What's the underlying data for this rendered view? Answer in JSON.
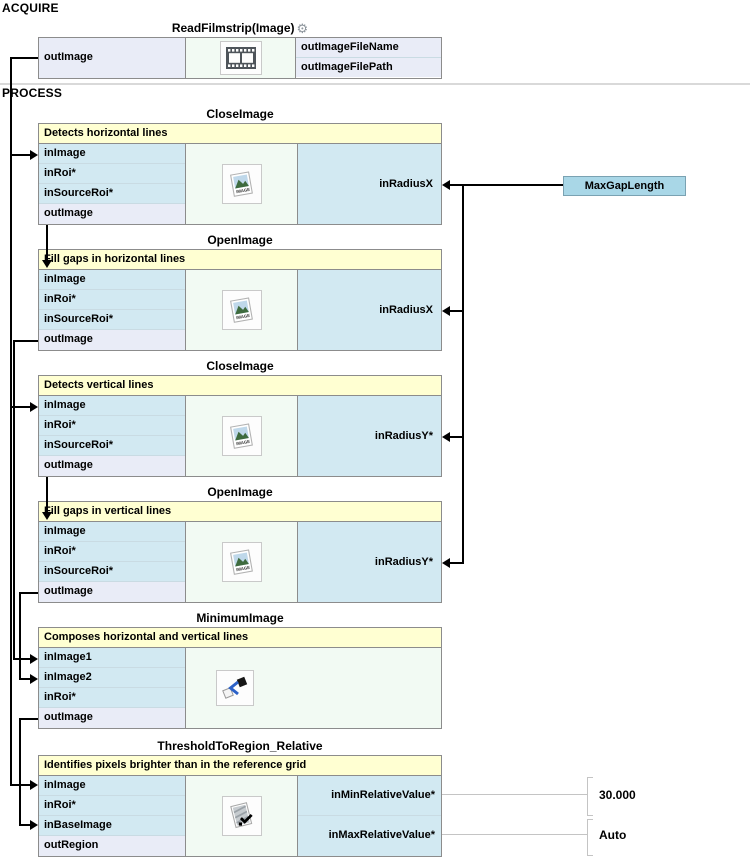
{
  "sections": {
    "acquire": "ACQUIRE",
    "process": "PROCESS"
  },
  "blocks": [
    {
      "title": "ReadFilmstrip(Image)",
      "icon": "filmstrip-icon",
      "left_port": "outImage",
      "right_ports": [
        "outImageFileName",
        "outImageFilePath"
      ]
    },
    {
      "title": "CloseImage",
      "comment": "Detects horizontal lines",
      "icon": "image-icon",
      "ports": [
        "inImage",
        "inRoi*",
        "inSourceRoi*",
        "outImage"
      ],
      "right_port": "inRadiusX"
    },
    {
      "title": "OpenImage",
      "comment": "Fill gaps in horizontal lines",
      "icon": "image-icon",
      "ports": [
        "inImage",
        "inRoi*",
        "inSourceRoi*",
        "outImage"
      ],
      "right_port": "inRadiusX"
    },
    {
      "title": "CloseImage",
      "comment": "Detects vertical lines",
      "icon": "image-icon",
      "ports": [
        "inImage",
        "inRoi*",
        "inSourceRoi*",
        "outImage"
      ],
      "right_port": "inRadiusY*"
    },
    {
      "title": "OpenImage",
      "comment": "Fill gaps in vertical lines",
      "icon": "image-icon",
      "ports": [
        "inImage",
        "inRoi*",
        "inSourceRoi*",
        "outImage"
      ],
      "right_port": "inRadiusY*"
    },
    {
      "title": "MinimumImage",
      "comment": "Composes horizontal and vertical lines",
      "icon": "minimum-image-icon",
      "ports": [
        "inImage1",
        "inImage2",
        "inRoi*",
        "outImage"
      ]
    },
    {
      "title": "ThresholdToRegion_Relative",
      "comment": "Identifies pixels brighter than in the reference grid",
      "icon": "threshold-icon",
      "ports": [
        "inImage",
        "inRoi*",
        "inBaseImage",
        "outRegion"
      ],
      "right_ports": [
        "inMinRelativeValue*",
        "inMaxRelativeValue*"
      ]
    }
  ],
  "constants": {
    "gap_length_label": "MaxGapLength",
    "min_relative_value": "30.000",
    "max_relative_value": "Auto"
  },
  "colors": {
    "input_port_bg": "#d2e9f2",
    "output_port_bg": "#e9ecf7",
    "comment_bg": "#ffffd2",
    "icon_cell_bg": "#f2faf3",
    "constant_box_bg": "#a9d7e7",
    "wire": "#000000",
    "value_connector": "#c4c4c4",
    "section_divider": "#d9d9d9"
  }
}
